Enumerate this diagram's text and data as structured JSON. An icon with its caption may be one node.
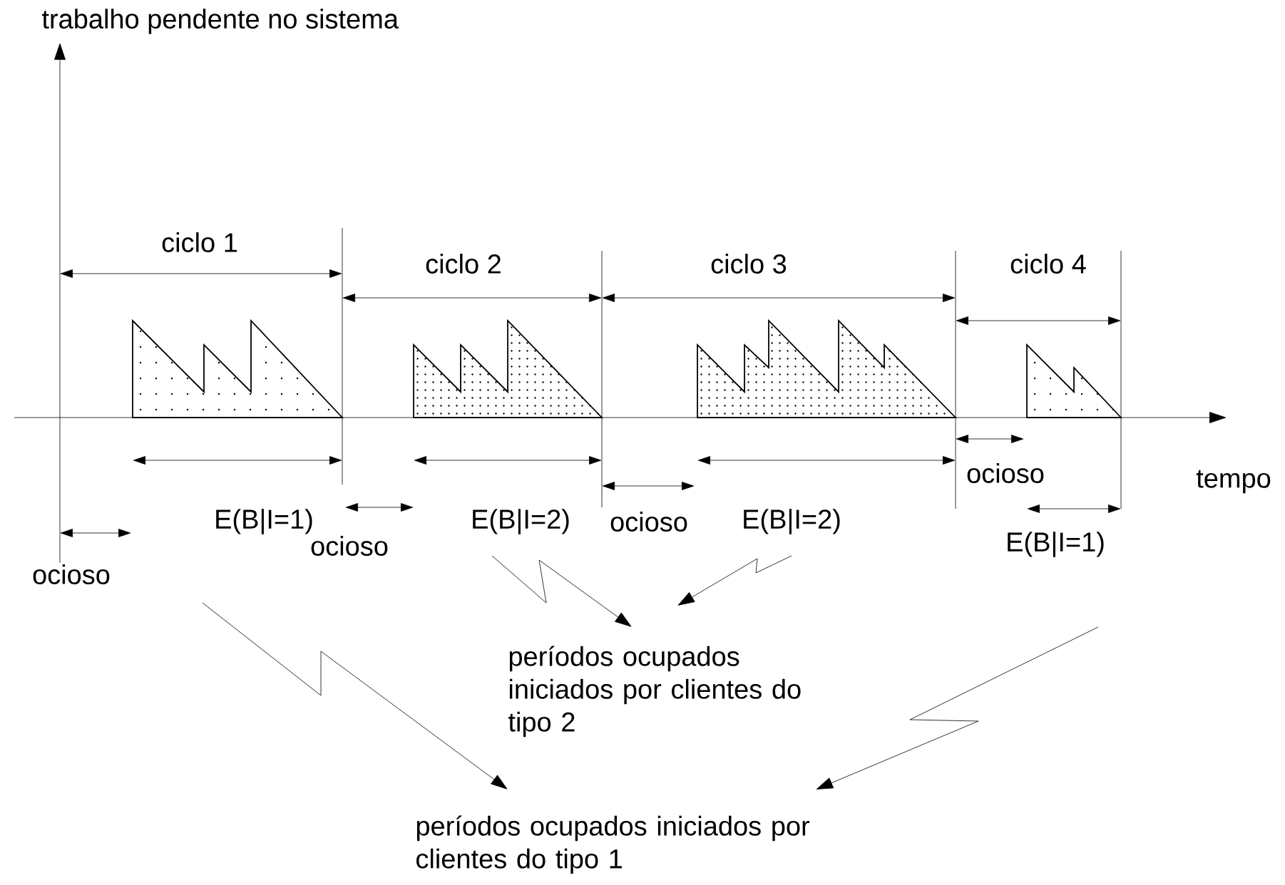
{
  "diagram": {
    "nodes": [
      {
        "text": [
          "E(B|I=1)"
        ]
      },
      {
        "text": [
          "E(B|I=2)"
        ]
      },
      {
        "text": [
          "E(B|I=2)"
        ]
      },
      {
        "text": [
          "E(B|I=1)"
        ]
      },
      {
        "text": [
          "períodos ocupados iniciados por clientes do tipo 2"
        ]
      },
      {
        "text": [
          "períodos ocupados iniciados por clientes do tipo 1"
        ]
      }
    ],
    "edges": [
      {
        "from": 1,
        "to": 4,
        "arrow": "to"
      },
      {
        "from": 2,
        "to": 4,
        "arrow": "to"
      },
      {
        "from": 0,
        "to": 5,
        "arrow": "to"
      },
      {
        "from": 3,
        "to": 5,
        "arrow": "to"
      }
    ],
    "labels": [
      "trabalho pendente no sistema",
      "ciclo 1",
      "ciclo 2",
      "ciclo 3",
      "ciclo 4",
      "ocioso",
      "tempo",
      "ocioso",
      "ocioso",
      "ocioso"
    ]
  }
}
